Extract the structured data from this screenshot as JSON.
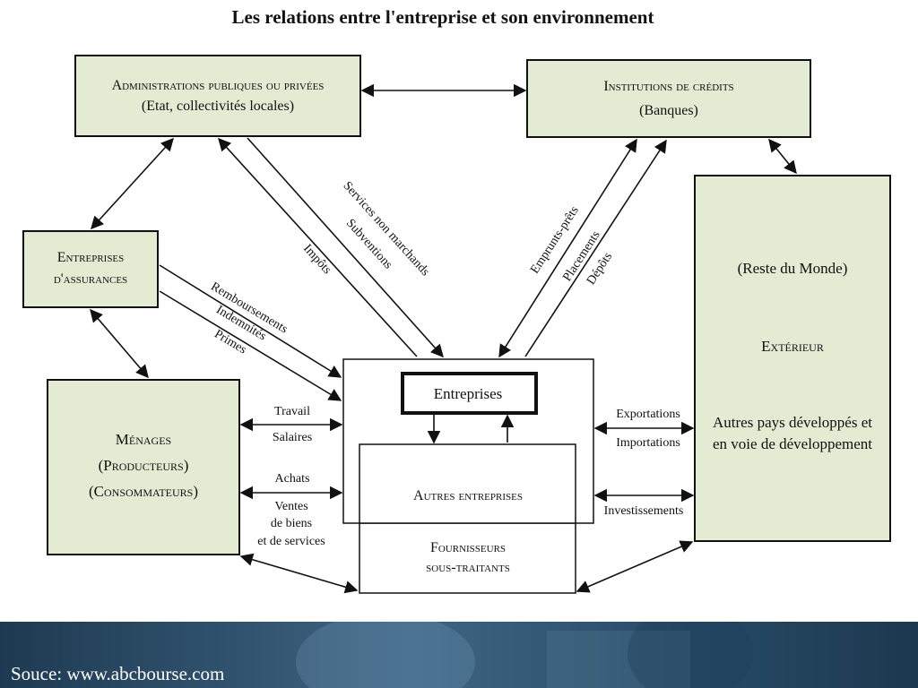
{
  "title": "Les relations entre l'entreprise et son environnement",
  "boxes": {
    "admin": {
      "line1": "Administrations publiques ou privées",
      "line2": "(Etat, collectivités locales)"
    },
    "credit": {
      "line1": "Institutions de crédits",
      "line2": "(Banques)"
    },
    "assurance": {
      "line1": "Entreprises",
      "line2": "d'assurances"
    },
    "menages": {
      "line1": "Ménages",
      "line2": "(Producteurs)",
      "line3": "(Consommateurs)"
    },
    "entreprises": {
      "label": "Entreprises"
    },
    "autres": {
      "label": "Autres entreprises"
    },
    "fournisseurs": {
      "line1": "Fournisseurs",
      "line2": "sous-traitants"
    },
    "exterieur": {
      "line1": "(Reste du Monde)",
      "line2": "Extérieur",
      "line3": "Autres pays développés et",
      "line4": "en voie de développement"
    }
  },
  "flows": {
    "services": "Services non marchands",
    "subventions": "Subventions",
    "impots": "Impôts",
    "emprunts": "Emprunts-prêts",
    "placements": "Placements",
    "depots": "Dépôts",
    "remboursements": "Remboursements",
    "indemnites": "Indemnités",
    "primes": "Primes",
    "travail": "Travail",
    "salaires": "Salaires",
    "achats": "Achats",
    "ventes1": "Ventes",
    "ventes2": "de biens",
    "ventes3": "et de services",
    "exportations": "Exportations",
    "importations": "Importations",
    "investissements": "Investissements"
  },
  "colors": {
    "box_fill": "#e3ebd3",
    "footer": "#2e5573"
  },
  "footer": {
    "source": "Souce: www.abcbourse.com"
  }
}
